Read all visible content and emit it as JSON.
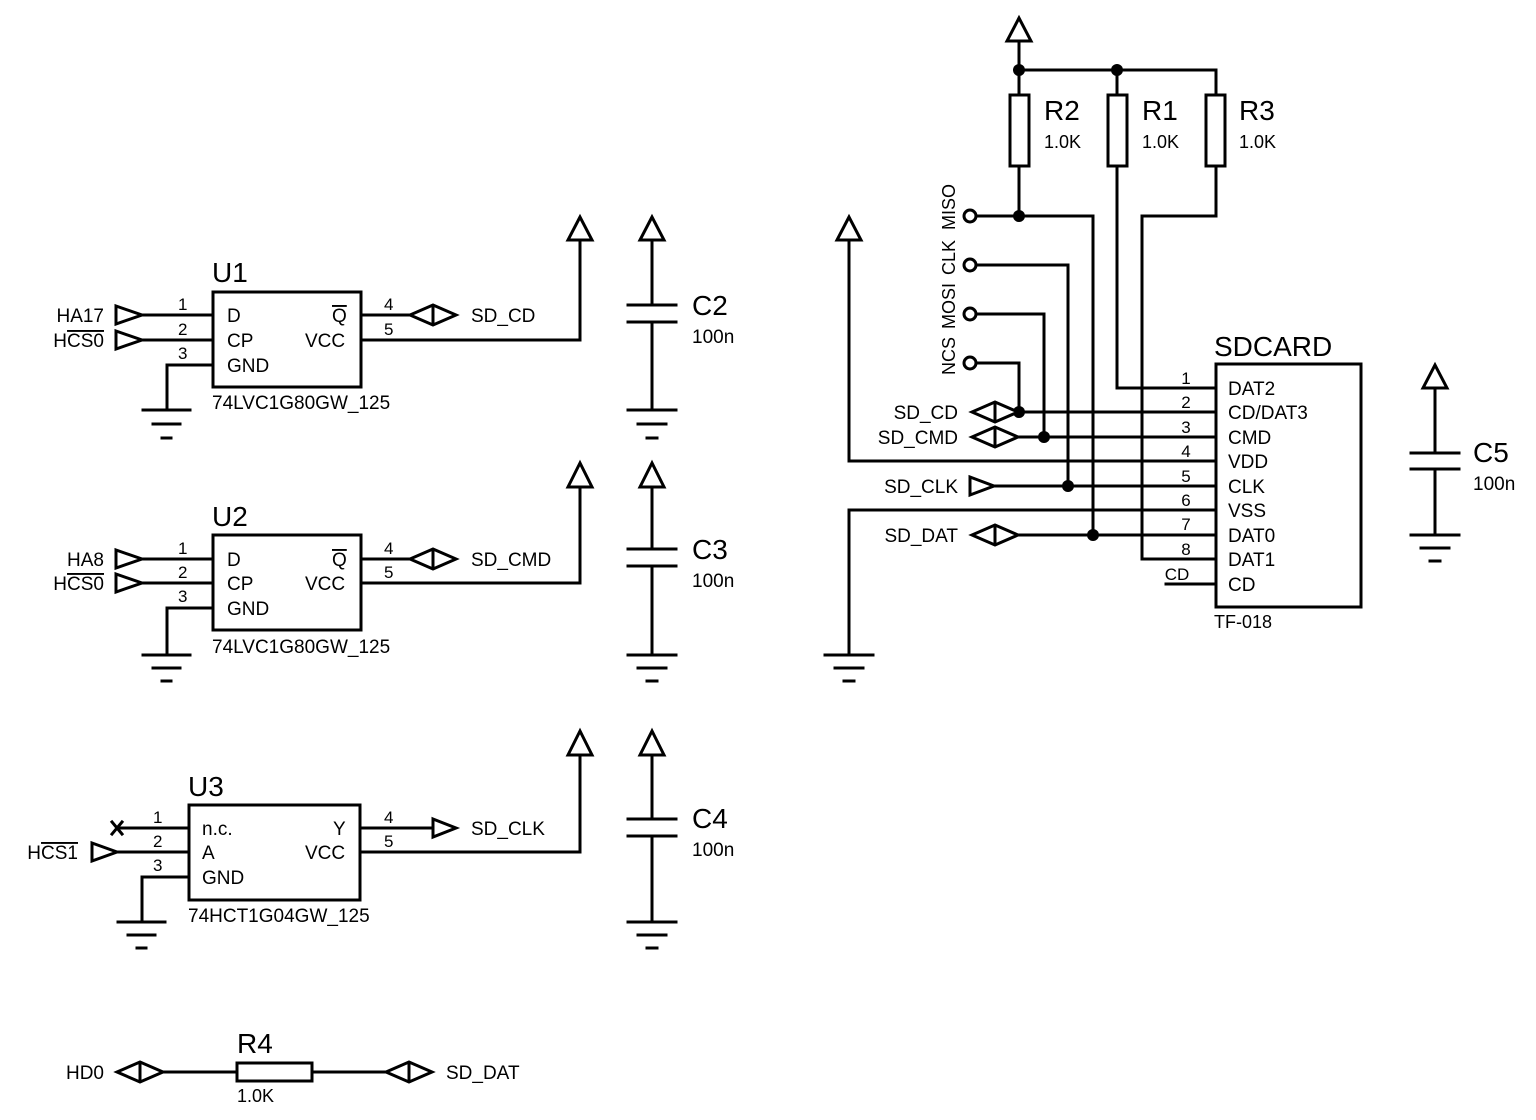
{
  "components": {
    "U1": {
      "ref": "U1",
      "part": "74LVC1G80GW_125",
      "pins_left": [
        {
          "num": "1",
          "name": "D"
        },
        {
          "num": "2",
          "name": "CP"
        },
        {
          "num": "3",
          "name": "GND"
        }
      ],
      "pins_right": [
        {
          "num": "4",
          "name": "Q",
          "overline": true
        },
        {
          "num": "5",
          "name": "VCC"
        }
      ],
      "inputs": [
        "HA17",
        "HCS0"
      ],
      "output": "SD_CD"
    },
    "U2": {
      "ref": "U2",
      "part": "74LVC1G80GW_125",
      "pins_left": [
        {
          "num": "1",
          "name": "D"
        },
        {
          "num": "2",
          "name": "CP"
        },
        {
          "num": "3",
          "name": "GND"
        }
      ],
      "pins_right": [
        {
          "num": "4",
          "name": "Q",
          "overline": true
        },
        {
          "num": "5",
          "name": "VCC"
        }
      ],
      "inputs": [
        "HA8",
        "HCS0"
      ],
      "output": "SD_CMD"
    },
    "U3": {
      "ref": "U3",
      "part": "74HCT1G04GW_125",
      "pins_left": [
        {
          "num": "1",
          "name": "n.c."
        },
        {
          "num": "2",
          "name": "A"
        },
        {
          "num": "3",
          "name": "GND"
        }
      ],
      "pins_right": [
        {
          "num": "4",
          "name": "Y"
        },
        {
          "num": "5",
          "name": "VCC"
        }
      ],
      "inputs": [
        "HCS1"
      ],
      "output": "SD_CLK"
    },
    "C2": {
      "ref": "C2",
      "value": "100n"
    },
    "C3": {
      "ref": "C3",
      "value": "100n"
    },
    "C4": {
      "ref": "C4",
      "value": "100n"
    },
    "C5": {
      "ref": "C5",
      "value": "100n"
    },
    "R1": {
      "ref": "R1",
      "value": "1.0K"
    },
    "R2": {
      "ref": "R2",
      "value": "1.0K"
    },
    "R3": {
      "ref": "R3",
      "value": "1.0K"
    },
    "R4": {
      "ref": "R4",
      "value": "1.0K",
      "from": "HD0",
      "to": "SD_DAT"
    },
    "SDCARD": {
      "ref": "SDCARD",
      "part": "TF-018",
      "pins": [
        {
          "num": "1",
          "name": "DAT2"
        },
        {
          "num": "2",
          "name": "CD/DAT3"
        },
        {
          "num": "3",
          "name": "CMD"
        },
        {
          "num": "4",
          "name": "VDD"
        },
        {
          "num": "5",
          "name": "CLK"
        },
        {
          "num": "6",
          "name": "VSS"
        },
        {
          "num": "7",
          "name": "DAT0"
        },
        {
          "num": "8",
          "name": "DAT1"
        },
        {
          "num": "CD",
          "name": "CD"
        }
      ]
    }
  },
  "spi_labels": [
    "NCS",
    "MOSI",
    "CLK",
    "MISO"
  ],
  "sd_ports": [
    "SD_CD",
    "SD_CMD",
    "SD_CLK",
    "SD_DAT"
  ]
}
